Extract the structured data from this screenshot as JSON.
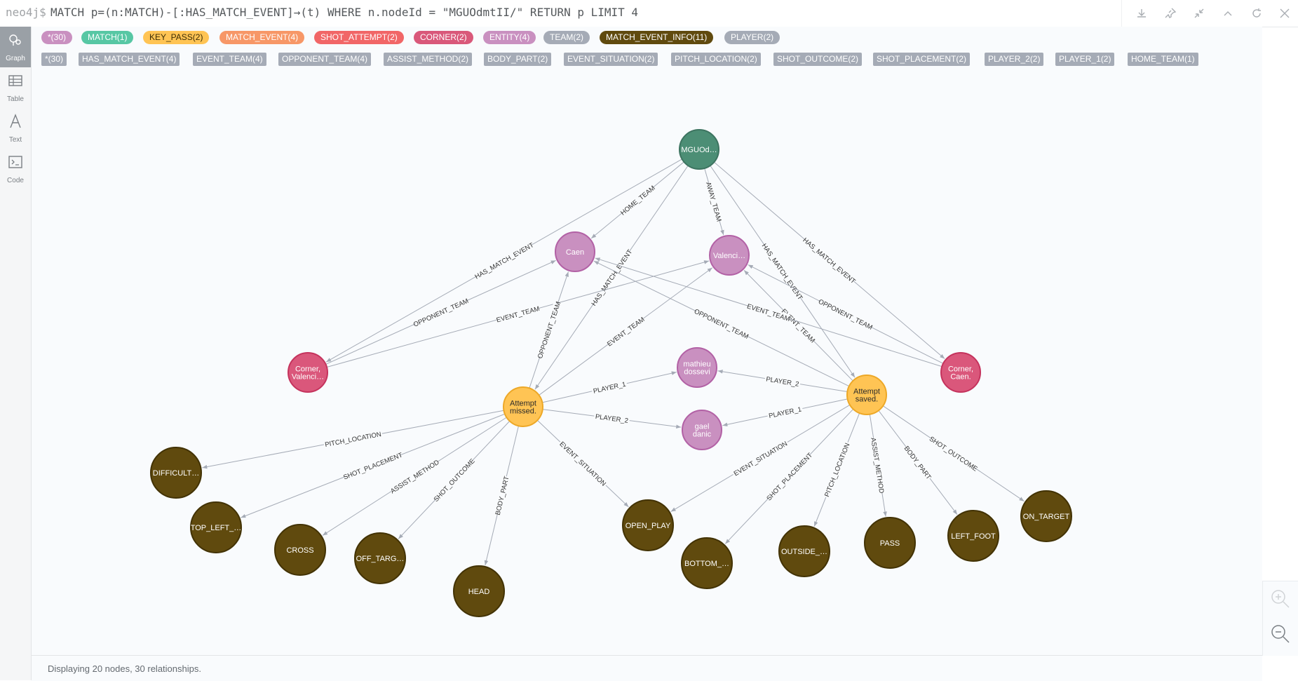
{
  "editor": {
    "prompt": "neo4j$",
    "query": "MATCH p=(n:MATCH)-[:HAS_MATCH_EVENT]→(t) WHERE n.nodeId = \"MGUOdmtII/\" RETURN p LIMIT 4"
  },
  "toolbar": {
    "icons": [
      "download-icon",
      "pin-icon",
      "fullscreen-exit-icon",
      "collapse-up-icon",
      "refresh-icon",
      "close-icon"
    ]
  },
  "sidebar": {
    "items": [
      {
        "label": "Graph",
        "icon": "graph-icon"
      },
      {
        "label": "Table",
        "icon": "table-icon"
      },
      {
        "label": "Text",
        "icon": "text-icon"
      },
      {
        "label": "Code",
        "icon": "code-icon"
      }
    ]
  },
  "node_labels": [
    {
      "text": "*(30)",
      "color": "#c990c0"
    },
    {
      "text": "MATCH(1)",
      "color": "#57c7a4"
    },
    {
      "text": "KEY_PASS(2)",
      "color": "#ffc454"
    },
    {
      "text": "MATCH_EVENT(4)",
      "color": "#f79767"
    },
    {
      "text": "SHOT_ATTEMPT(2)",
      "color": "#f16667"
    },
    {
      "text": "CORNER(2)",
      "color": "#d9587a"
    },
    {
      "text": "ENTITY(4)",
      "color": "#c990c0"
    },
    {
      "text": "TEAM(2)",
      "color": "#a5abb6"
    },
    {
      "text": "MATCH_EVENT_INFO(11)",
      "color": "#604a0e"
    },
    {
      "text": "PLAYER(2)",
      "color": "#a5abb6"
    }
  ],
  "relationship_types": [
    {
      "text": "*(30)"
    },
    {
      "text": "HAS_MATCH_EVENT(4)"
    },
    {
      "text": "EVENT_TEAM(4)"
    },
    {
      "text": "OPPONENT_TEAM(4)"
    },
    {
      "text": "ASSIST_METHOD(2)"
    },
    {
      "text": "BODY_PART(2)"
    },
    {
      "text": "EVENT_SITUATION(2)"
    },
    {
      "text": "PITCH_LOCATION(2)"
    },
    {
      "text": "SHOT_OUTCOME(2)"
    },
    {
      "text": "SHOT_PLACEMENT(2)"
    },
    {
      "text": "PLAYER_2(2)"
    },
    {
      "text": "PLAYER_1(2)"
    },
    {
      "text": "HOME_TEAM(1)"
    }
  ],
  "graph": {
    "node_colors": {
      "match": "#4c8e75",
      "match_stroke": "#3d7460",
      "entity": "#c990c0",
      "entity_stroke": "#b261a5",
      "corner": "#da577b",
      "corner_stroke": "#c5335d",
      "attempt": "#ffc454",
      "attempt_stroke": "#eda827",
      "info": "#604a0e",
      "info_stroke": "#423204"
    },
    "nodes": [
      {
        "id": "match",
        "type": "match",
        "label": [
          "MGUOd…"
        ]
      },
      {
        "id": "caen",
        "type": "entity",
        "label": [
          "Caen"
        ]
      },
      {
        "id": "valenci",
        "type": "entity",
        "label": [
          "Valenci…"
        ]
      },
      {
        "id": "corner_val",
        "type": "corner",
        "label": [
          "Corner,",
          "Valenci…"
        ]
      },
      {
        "id": "corner_caen",
        "type": "corner",
        "label": [
          "Corner,",
          "Caen."
        ]
      },
      {
        "id": "mathieu",
        "type": "entity",
        "label": [
          "mathieu",
          "dossevi"
        ]
      },
      {
        "id": "gael",
        "type": "entity",
        "label": [
          "gael",
          "danic"
        ]
      },
      {
        "id": "att_missed",
        "type": "attempt",
        "label": [
          "Attempt",
          "missed."
        ]
      },
      {
        "id": "att_saved",
        "type": "attempt",
        "label": [
          "Attempt",
          "saved."
        ]
      },
      {
        "id": "difficult",
        "type": "info",
        "label": [
          "DIFFICULT…"
        ]
      },
      {
        "id": "top_left",
        "type": "info",
        "label": [
          "TOP_LEFT_…"
        ]
      },
      {
        "id": "cross",
        "type": "info",
        "label": [
          "CROSS"
        ]
      },
      {
        "id": "off_target",
        "type": "info",
        "label": [
          "OFF_TARG…"
        ]
      },
      {
        "id": "head",
        "type": "info",
        "label": [
          "HEAD"
        ]
      },
      {
        "id": "open_play",
        "type": "info",
        "label": [
          "OPEN_PLAY"
        ]
      },
      {
        "id": "bottom",
        "type": "info",
        "label": [
          "BOTTOM_…"
        ]
      },
      {
        "id": "outside",
        "type": "info",
        "label": [
          "OUTSIDE_…"
        ]
      },
      {
        "id": "pass",
        "type": "info",
        "label": [
          "PASS"
        ]
      },
      {
        "id": "left_foot",
        "type": "info",
        "label": [
          "LEFT_FOOT"
        ]
      },
      {
        "id": "on_target",
        "type": "info",
        "label": [
          "ON_TARGET"
        ]
      }
    ],
    "edges": [
      {
        "from": "match",
        "to": "caen",
        "label": "HOME_TEAM"
      },
      {
        "from": "match",
        "to": "valenci",
        "label": "AWAY_TEAM"
      },
      {
        "from": "match",
        "to": "corner_val",
        "label": "HAS_MATCH_EVENT"
      },
      {
        "from": "match",
        "to": "att_missed",
        "label": "HAS_MATCH_EVENT"
      },
      {
        "from": "match",
        "to": "att_saved",
        "label": "HAS_MATCH_EVENT"
      },
      {
        "from": "match",
        "to": "corner_caen",
        "label": "HAS_MATCH_EVENT"
      },
      {
        "from": "corner_val",
        "to": "caen",
        "label": "OPPONENT_TEAM"
      },
      {
        "from": "corner_val",
        "to": "valenci",
        "label": "EVENT_TEAM"
      },
      {
        "from": "att_missed",
        "to": "caen",
        "label": "OPPONENT_TEAM"
      },
      {
        "from": "att_missed",
        "to": "valenci",
        "label": "EVENT_TEAM"
      },
      {
        "from": "att_saved",
        "to": "caen",
        "label": "OPPONENT_TEAM"
      },
      {
        "from": "att_saved",
        "to": "valenci",
        "label": "EVENT_TEAM"
      },
      {
        "from": "corner_caen",
        "to": "caen",
        "label": "EVENT_TEAM"
      },
      {
        "from": "corner_caen",
        "to": "valenci",
        "label": "OPPONENT_TEAM"
      },
      {
        "from": "att_missed",
        "to": "mathieu",
        "label": "PLAYER_1"
      },
      {
        "from": "att_missed",
        "to": "gael",
        "label": "PLAYER_2"
      },
      {
        "from": "att_saved",
        "to": "mathieu",
        "label": "PLAYER_2"
      },
      {
        "from": "att_saved",
        "to": "gael",
        "label": "PLAYER_1"
      },
      {
        "from": "att_missed",
        "to": "difficult",
        "label": "PITCH_LOCATION"
      },
      {
        "from": "att_missed",
        "to": "top_left",
        "label": "SHOT_PLACEMENT"
      },
      {
        "from": "att_missed",
        "to": "cross",
        "label": "ASSIST_METHOD"
      },
      {
        "from": "att_missed",
        "to": "off_target",
        "label": "SHOT_OUTCOME"
      },
      {
        "from": "att_missed",
        "to": "head",
        "label": "BODY_PART"
      },
      {
        "from": "att_missed",
        "to": "open_play",
        "label": "EVENT_SITUATION"
      },
      {
        "from": "att_saved",
        "to": "open_play",
        "label": "EVENT_SITUATION"
      },
      {
        "from": "att_saved",
        "to": "bottom",
        "label": "SHOT_PLACEMENT"
      },
      {
        "from": "att_saved",
        "to": "outside",
        "label": "PITCH_LOCATION"
      },
      {
        "from": "att_saved",
        "to": "pass",
        "label": "ASSIST_METHOD"
      },
      {
        "from": "att_saved",
        "to": "left_foot",
        "label": "BODY_PART"
      },
      {
        "from": "att_saved",
        "to": "on_target",
        "label": "SHOT_OUTCOME"
      }
    ]
  },
  "status": {
    "text": "Displaying 20 nodes, 30 relationships."
  },
  "zoom": {
    "icons": [
      "zoom-in-icon",
      "zoom-out-icon"
    ]
  }
}
